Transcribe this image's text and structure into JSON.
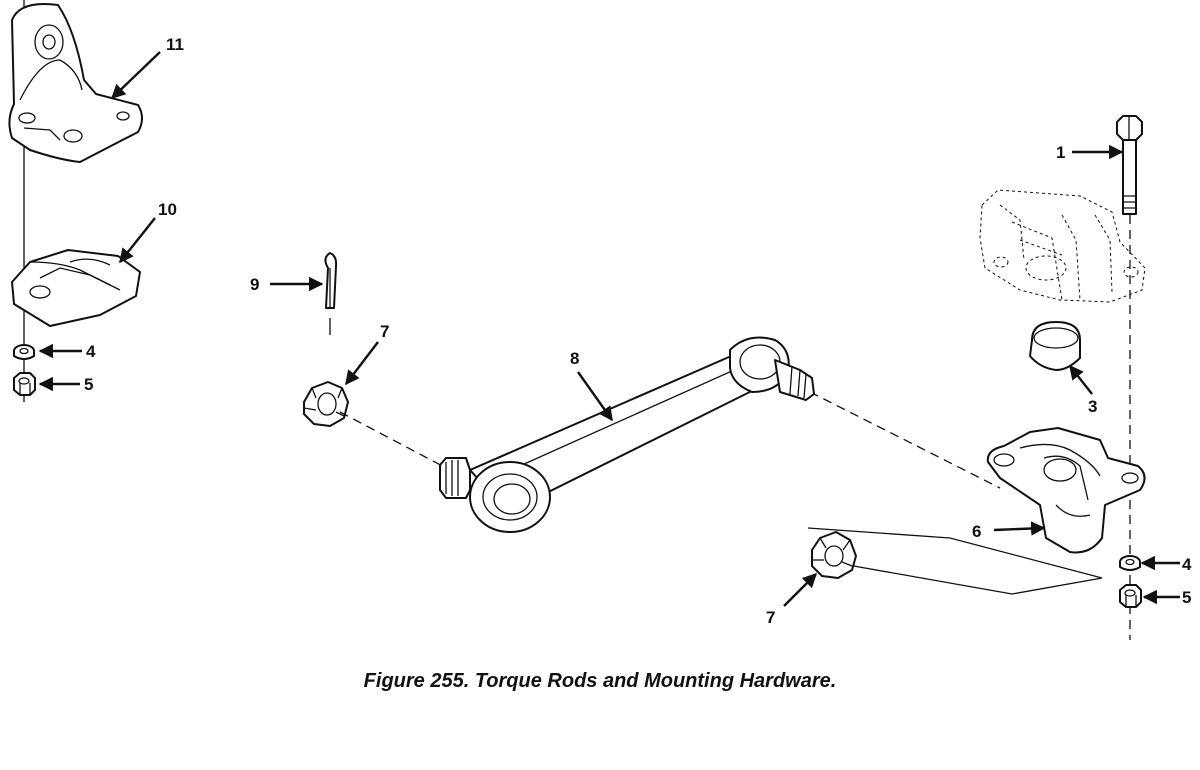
{
  "figure": {
    "caption": "Figure 255. Torque Rods and Mounting Hardware."
  },
  "callouts": {
    "c1": "1",
    "c3": "3",
    "c4_left": "4",
    "c5_left": "5",
    "c4_right": "4",
    "c5_right": "5",
    "c6": "6",
    "c7_left": "7",
    "c7_bottom": "7",
    "c8": "8",
    "c9": "9",
    "c10": "10",
    "c11": "11"
  }
}
